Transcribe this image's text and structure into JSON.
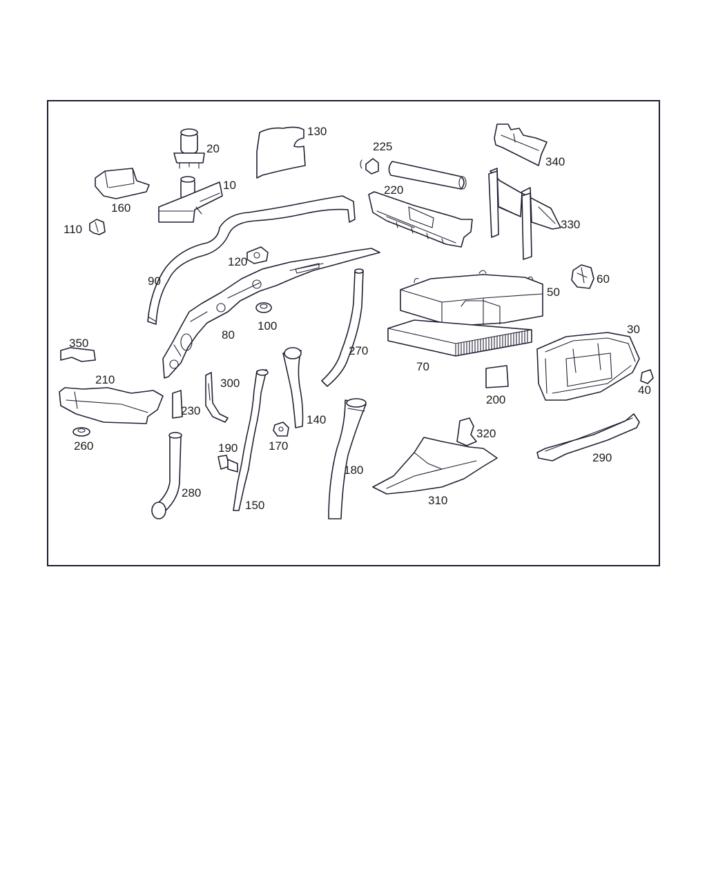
{
  "labels": {
    "p10": "10",
    "p20": "20",
    "p30": "30",
    "p40": "40",
    "p50": "50",
    "p60": "60",
    "p70": "70",
    "p80": "80",
    "p90": "90",
    "p100": "100",
    "p110": "110",
    "p120": "120",
    "p130": "130",
    "p140": "140",
    "p150": "150",
    "p160": "160",
    "p170": "170",
    "p180": "180",
    "p190": "190",
    "p200": "200",
    "p210": "210",
    "p220": "220",
    "p225": "225",
    "p230": "230",
    "p260": "260",
    "p270": "270",
    "p280": "280",
    "p290": "290",
    "p300": "300",
    "p310": "310",
    "p320": "320",
    "p330": "330",
    "p340": "340",
    "p350": "350"
  }
}
